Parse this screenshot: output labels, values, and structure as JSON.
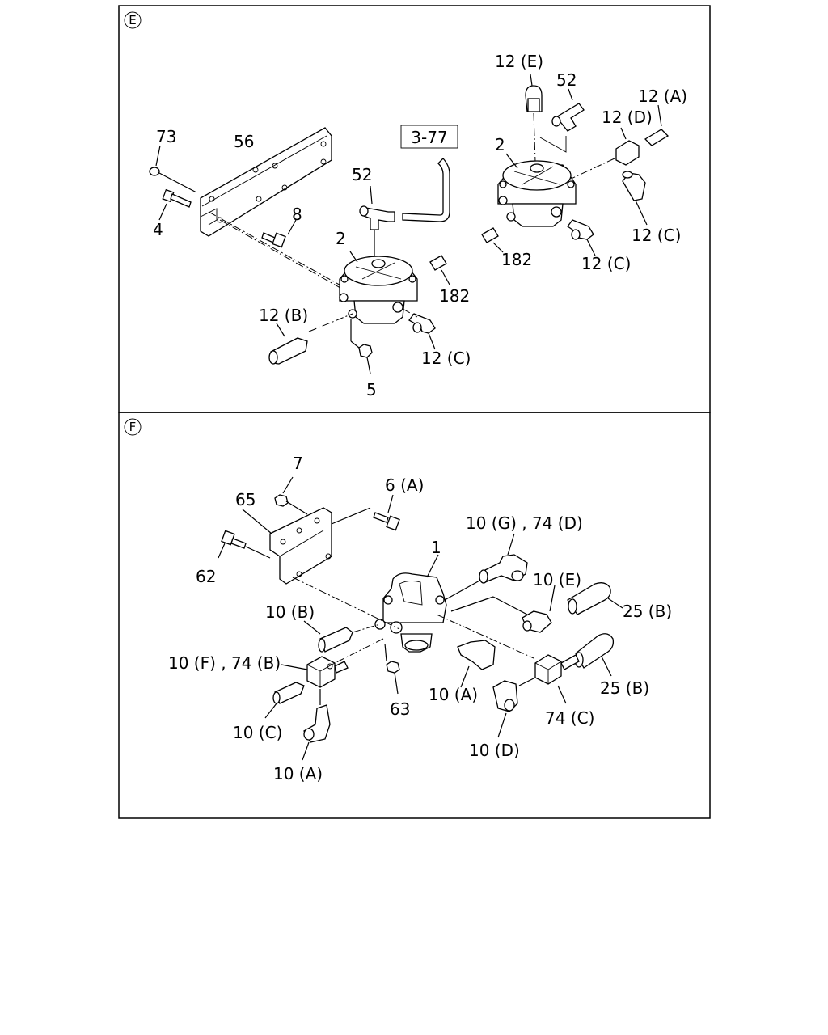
{
  "panels": {
    "top": {
      "marker": "E",
      "ref_box": "3-77",
      "labels": {
        "l73": "73",
        "l56": "56",
        "l4": "4",
        "l8": "8",
        "l52a": "52",
        "l2a": "2",
        "l182a": "182",
        "l12b": "12 (B)",
        "l12ca": "12 (C)",
        "l5": "5",
        "l12e": "12 (E)",
        "l52b": "52",
        "l12a": "12 (A)",
        "l12d": "12 (D)",
        "l2b": "2",
        "l12cb": "12 (C)",
        "l182b": "182",
        "l12cc": "12 (C)"
      }
    },
    "bottom": {
      "marker": "F",
      "labels": {
        "l7": "7",
        "l65": "65",
        "l6a": "6 (A)",
        "l62": "62",
        "l1": "1",
        "l10g": "10 (G) , 74 (D)",
        "l10e": "10 (E)",
        "l25b1": "25 (B)",
        "l10b": "10 (B)",
        "l10f": "10 (F) , 74 (B)",
        "l63": "63",
        "l10a1": "10 (A)",
        "l25b2": "25 (B)",
        "l74c": "74 (C)",
        "l10c": "10 (C)",
        "l10d": "10 (D)",
        "l10a2": "10 (A)"
      }
    }
  }
}
